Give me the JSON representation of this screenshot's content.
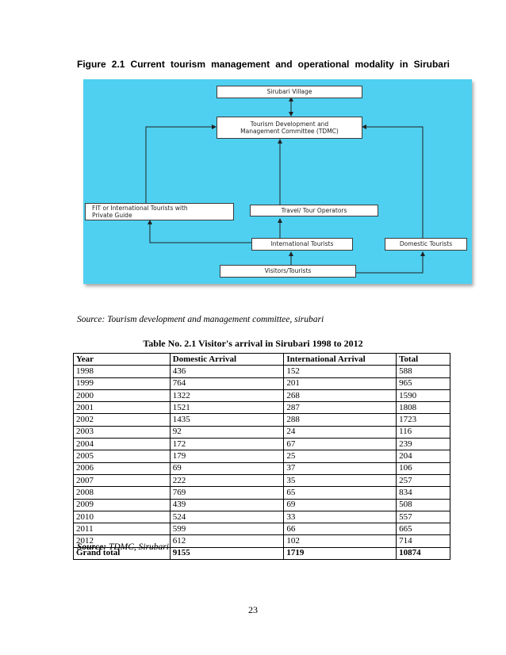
{
  "figure": {
    "caption_words": [
      "Figure",
      "2.1",
      "Current",
      "tourism",
      "management",
      "and",
      "operational",
      "modality",
      "in",
      "Sirubari"
    ],
    "background_color": "#4fd0f0",
    "boxes": {
      "village": "Sirubari Village",
      "tdmc_line1": "Tourism Development and",
      "tdmc_line2": "Management Committee (TDMC)",
      "fit_line1": "FIT or International Tourists with",
      "fit_line2": "Private Guide",
      "operators": "Travel/ Tour Operators",
      "international": "International Tourists",
      "domestic": "Domestic Tourists",
      "visitors": "Visitors/Tourists"
    }
  },
  "figure_source": "Source: Tourism development and management committee, sirubari",
  "table": {
    "title": "Table No. 2.1 Visitor's arrival in Sirubari 1998 to 2012",
    "headers": [
      "Year",
      "Domestic Arrival",
      "International Arrival",
      "Total"
    ],
    "rows": [
      [
        "1998",
        "436",
        "152",
        "588"
      ],
      [
        "1999",
        "764",
        "201",
        "965"
      ],
      [
        "2000",
        "1322",
        "268",
        "1590"
      ],
      [
        "2001",
        "1521",
        "287",
        "1808"
      ],
      [
        "2002",
        "1435",
        "288",
        "1723"
      ],
      [
        "2003",
        "92",
        "24",
        "116"
      ],
      [
        "2004",
        "172",
        "67",
        "239"
      ],
      [
        "2005",
        "179",
        "25",
        "204"
      ],
      [
        "2006",
        "69",
        "37",
        "106"
      ],
      [
        "2007",
        "222",
        "35",
        "257"
      ],
      [
        "2008",
        "769",
        "65",
        "834"
      ],
      [
        "2009",
        "439",
        "69",
        "508"
      ],
      [
        "2010",
        "524",
        "33",
        "557"
      ],
      [
        "2011",
        "599",
        "66",
        "665"
      ],
      [
        "2012",
        "612",
        "102",
        "714"
      ]
    ],
    "total_row": [
      "Grand total",
      "9155",
      "1719",
      "10874"
    ]
  },
  "table_source": {
    "label": "Source:",
    "text": " TDMC, Sirubari"
  },
  "page_number": "23"
}
